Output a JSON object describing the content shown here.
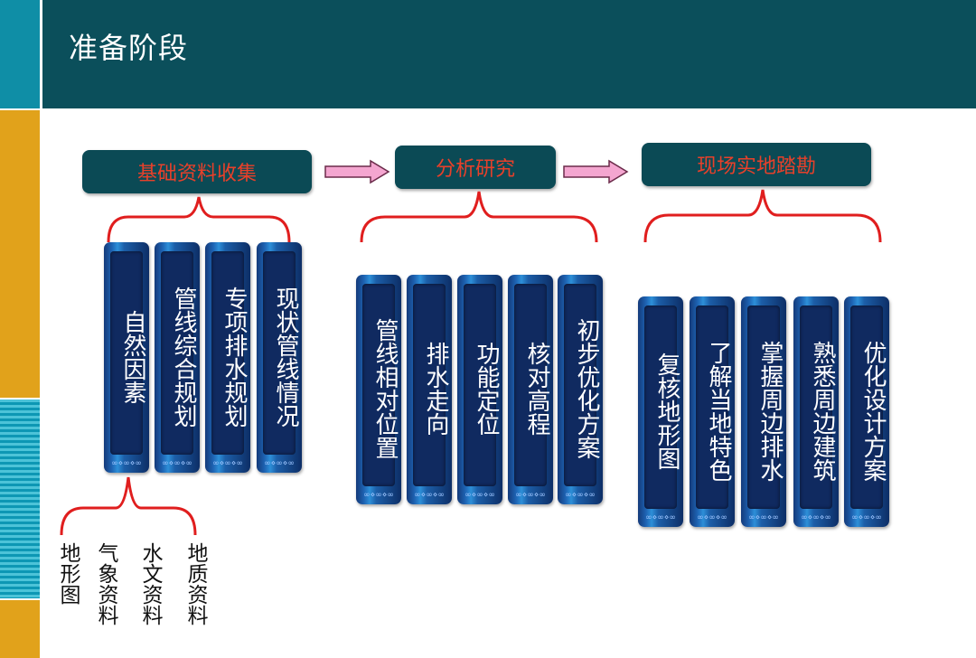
{
  "header": {
    "title": "准备阶段"
  },
  "stages": [
    {
      "label": "基础资料收集"
    },
    {
      "label": "分析研究"
    },
    {
      "label": "现场实地踏勘"
    }
  ],
  "groups": [
    {
      "cards": [
        "自然因素",
        "管线综合规划",
        "专项排水规划",
        "现状管线情况"
      ]
    },
    {
      "cards": [
        "管线相对位置",
        "排水走向",
        "功能定位",
        "核对高程",
        "初步优化方案"
      ]
    },
    {
      "cards": [
        "复核地形图",
        "了解当地特色",
        "掌握周边排水",
        "熟悉周边建筑",
        "优化设计方案"
      ]
    }
  ],
  "sub_items": [
    "地形图",
    "气象资料",
    "水文资料",
    "地质资料"
  ],
  "colors": {
    "header": "#0b4f5b",
    "stage_text": "#e8402a",
    "brace": "#e01e1e",
    "arrow_fill": "#f4a6d0"
  }
}
